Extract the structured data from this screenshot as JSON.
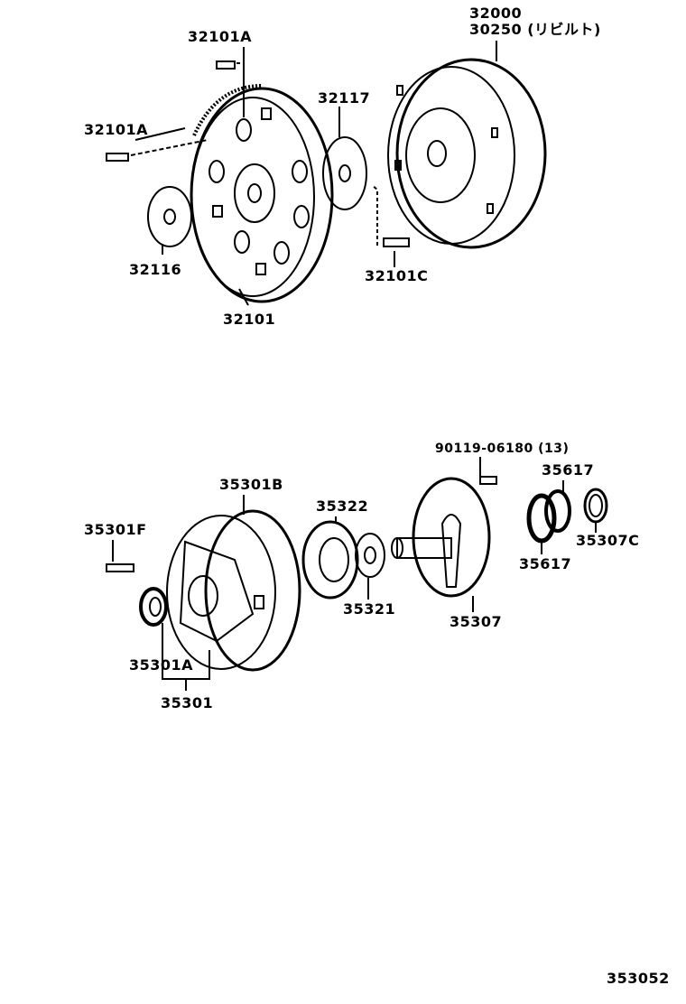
{
  "labels": {
    "p32000": "32000",
    "p30250": "30250 (リビルト)",
    "p32101A_top": "32101A",
    "p32117": "32117",
    "p32101A_left": "32101A",
    "p32116": "32116",
    "p32101C": "32101C",
    "p32101": "32101",
    "p90119": "90119-06180 (13)",
    "p35617_top": "35617",
    "p35301B": "35301B",
    "p35322": "35322",
    "p35301F": "35301F",
    "p35307C": "35307C",
    "p35617_bottom": "35617",
    "p35321": "35321",
    "p35307": "35307",
    "p35301A": "35301A",
    "p35301": "35301",
    "diagram_id": "353052"
  }
}
